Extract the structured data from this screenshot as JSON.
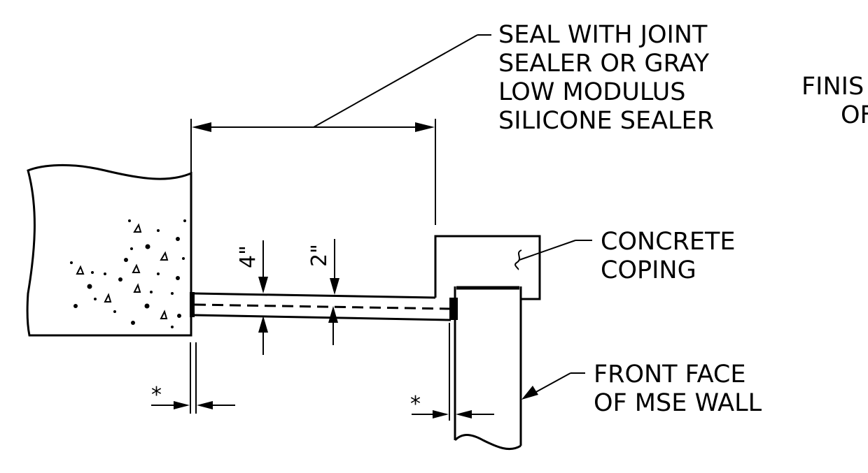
{
  "labels": {
    "seal": [
      "SEAL WITH JOINT",
      "SEALER OR GRAY",
      "LOW MODULUS",
      "SILICONE SEALER"
    ],
    "finish_partial": [
      "FINIS",
      "OF"
    ],
    "coping": [
      "CONCRETE",
      "COPING"
    ],
    "mse_wall": [
      "FRONT FACE",
      "OF MSE WALL"
    ]
  },
  "dimensions": {
    "slab_thickness": "4\"",
    "inner_thickness": "2\"",
    "gap_left": "*",
    "gap_right": "*"
  }
}
